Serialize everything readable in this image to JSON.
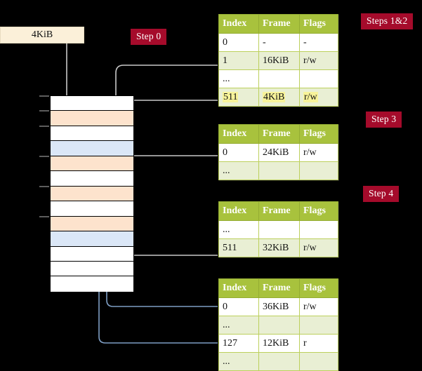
{
  "diagram": {
    "title_visible": false,
    "colors": {
      "step_badge_bg": "#a50b2b",
      "table_header_bg": "#a8c23d",
      "table_alt_row_bg": "#e9efd4",
      "highlight_bg": "#f7f39a",
      "va_box_bg": "#fbf0d9",
      "mem_orange": "#fde3cd",
      "mem_blue": "#dbe7f7",
      "wire_gray": "#c9c9c9",
      "wire_blue": "#7e9ec4",
      "background": "#000000"
    }
  },
  "labels": {
    "step0": "Step 0",
    "steps12": "Steps 1&2",
    "step3": "Step 3",
    "step4": "Step 4"
  },
  "virtual_address_box": {
    "value": "4KiB"
  },
  "tables": [
    {
      "id": "table-steps-1-2",
      "headers": [
        "Index",
        "Frame",
        "Flags"
      ],
      "rows": [
        {
          "index": "0",
          "frame": "-",
          "flags": "-",
          "alt": false,
          "highlight": false
        },
        {
          "index": "1",
          "frame": "16KiB",
          "flags": "r/w",
          "alt": true,
          "highlight": false
        },
        {
          "index": "...",
          "frame": "",
          "flags": "",
          "alt": false,
          "highlight": false
        },
        {
          "index": "511",
          "frame": "4KiB",
          "flags": "r/w",
          "alt": true,
          "highlight": true
        }
      ]
    },
    {
      "id": "table-step-3",
      "headers": [
        "Index",
        "Frame",
        "Flags"
      ],
      "rows": [
        {
          "index": "0",
          "frame": "24KiB",
          "flags": "r/w",
          "alt": false,
          "highlight": false
        },
        {
          "index": "...",
          "frame": "",
          "flags": "",
          "alt": true,
          "highlight": false
        }
      ]
    },
    {
      "id": "table-step-4",
      "headers": [
        "Index",
        "Frame",
        "Flags"
      ],
      "rows": [
        {
          "index": "...",
          "frame": "",
          "flags": "",
          "alt": false,
          "highlight": false
        },
        {
          "index": "511",
          "frame": "32KiB",
          "flags": "r/w",
          "alt": true,
          "highlight": false
        }
      ]
    },
    {
      "id": "table-bottom",
      "headers": [
        "Index",
        "Frame",
        "Flags"
      ],
      "rows": [
        {
          "index": "0",
          "frame": "36KiB",
          "flags": "r/w",
          "alt": false,
          "highlight": false
        },
        {
          "index": "...",
          "frame": "",
          "flags": "",
          "alt": true,
          "highlight": false
        },
        {
          "index": "127",
          "frame": "12KiB",
          "flags": "r",
          "alt": false,
          "highlight": false
        },
        {
          "index": "...",
          "frame": "",
          "flags": "",
          "alt": true,
          "highlight": false
        }
      ]
    }
  ],
  "memory_column": {
    "rows": [
      {
        "fill": "white"
      },
      {
        "fill": "orange"
      },
      {
        "fill": "white"
      },
      {
        "fill": "blue"
      },
      {
        "fill": "orange"
      },
      {
        "fill": "white"
      },
      {
        "fill": "orange"
      },
      {
        "fill": "white"
      },
      {
        "fill": "orange"
      },
      {
        "fill": "blue"
      },
      {
        "fill": "white"
      },
      {
        "fill": "white"
      },
      {
        "fill": "white"
      }
    ],
    "ticks_at_rows": [
      0,
      1,
      2,
      4,
      6,
      8
    ]
  }
}
